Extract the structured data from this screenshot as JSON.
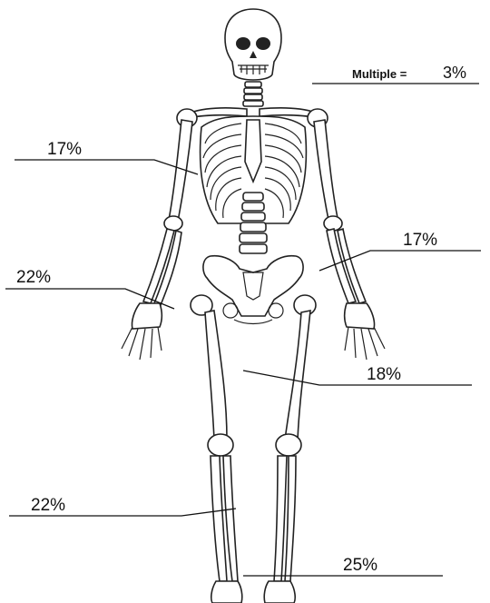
{
  "labels": {
    "multiple_text": "Multiple =",
    "multiple_pct": "3%",
    "upper_arm_left": "17%",
    "upper_arm_right": "17%",
    "forearm_hand_left": "22%",
    "thigh_right": "18%",
    "lower_leg_left": "22%",
    "foot_right": "25%"
  }
}
